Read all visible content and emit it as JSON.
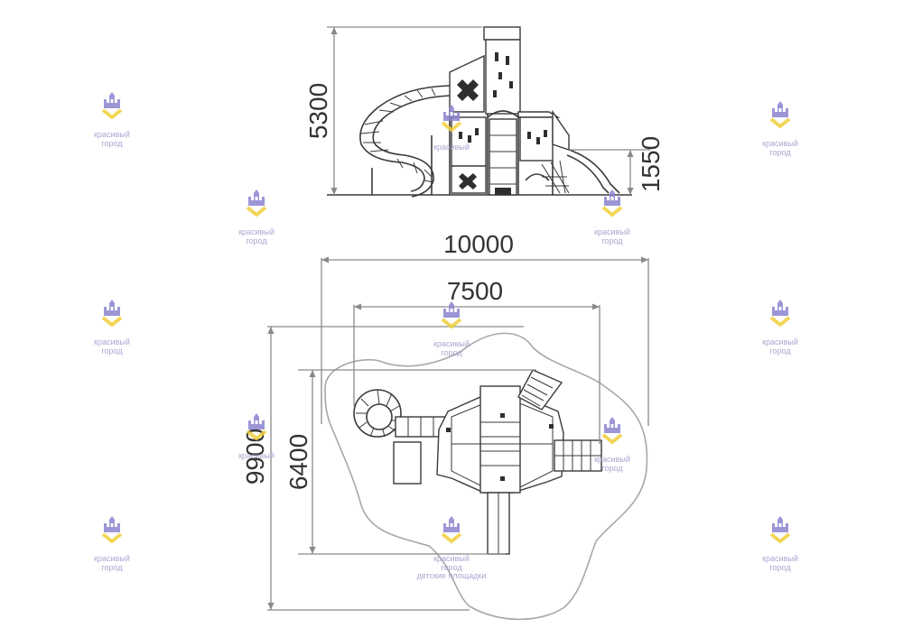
{
  "dimensions": {
    "height_total": "5300",
    "height_platform": "1550",
    "width_total": "10000",
    "width_equipment": "7500",
    "depth_total": "9900",
    "depth_equipment": "6400"
  },
  "watermark": {
    "line1": "красивый",
    "line2": "город",
    "line3": "детские площадки",
    "logo_colors": {
      "castle": "#8b84cf",
      "chevron": "#f0cf3a"
    }
  },
  "colors": {
    "line": "#3a3a3a",
    "dimension": "#8a8a8a",
    "zone": "#a7a7a7"
  }
}
